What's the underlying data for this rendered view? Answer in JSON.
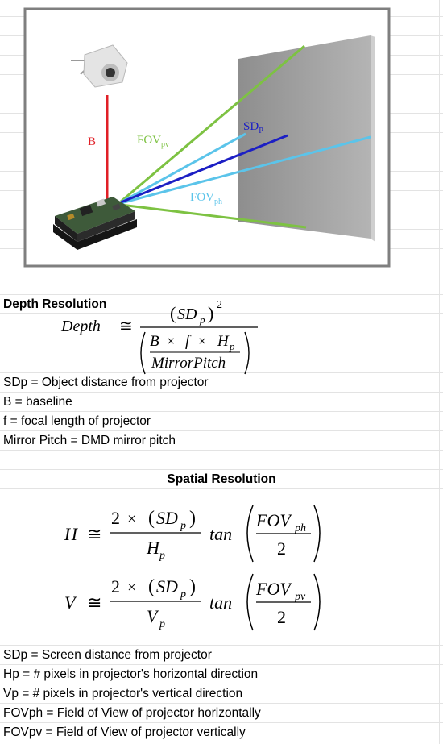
{
  "diagram": {
    "labels": {
      "baseline": "B",
      "fov_vertical": "FOV",
      "fov_vertical_sub": "pv",
      "screen_distance": "SD",
      "screen_distance_sub": "P",
      "fov_horizontal": "FOV",
      "fov_horizontal_sub": "ph"
    },
    "colors": {
      "baseline": "#e01f26",
      "fov_vertical": "#7dc242",
      "screen_distance": "#1c1fc4",
      "fov_horizontal": "#5bc4ea",
      "screen": "#9a9a9a",
      "frame": "#7f7f7f"
    },
    "icons": [
      "camera-icon",
      "projector-board-icon",
      "screen-icon"
    ]
  },
  "depth": {
    "heading": "Depth Resolution",
    "formula": {
      "lhs": "Depth",
      "approx": "≅",
      "numerator_base": "SD",
      "numerator_sub": "p",
      "numerator_exp": "2",
      "den_top_1": "B",
      "den_times": "×",
      "den_top_2": "f",
      "den_top_3": "H",
      "den_top_3_sub": "p",
      "den_bottom": "MirrorPitch"
    },
    "definitions": [
      "SDp = Object distance from projector",
      "B = baseline",
      "f = focal length of projector",
      "Mirror Pitch = DMD mirror pitch"
    ]
  },
  "spatial": {
    "heading": "Spatial Resolution",
    "formula_h": {
      "lhs": "H",
      "approx": "≅",
      "num_coef": "2",
      "times": "×",
      "num_base": "SD",
      "num_sub": "p",
      "den_base": "H",
      "den_sub": "p",
      "func": "tan",
      "arg_base": "FOV",
      "arg_sub": "ph",
      "arg_den": "2"
    },
    "formula_v": {
      "lhs": "V",
      "approx": "≅",
      "num_coef": "2",
      "times": "×",
      "num_base": "SD",
      "num_sub": "p",
      "den_base": "V",
      "den_sub": "p",
      "func": "tan",
      "arg_base": "FOV",
      "arg_sub": "pv",
      "arg_den": "2"
    },
    "definitions": [
      "SDp = Screen distance from projector",
      "Hp = # pixels in projector's horizontal direction",
      "Vp = # pixels in projector's vertical direction",
      "FOVph = Field of View of projector horizontally",
      "FOVpv = Field of View of projector vertically"
    ]
  }
}
